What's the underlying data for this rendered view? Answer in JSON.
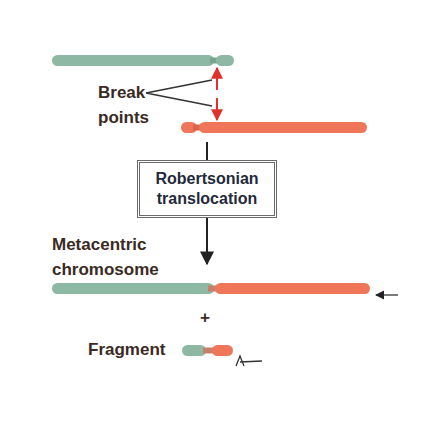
{
  "diagram": {
    "nodes": [
      {
        "text": [
          "Robertsonian translocation"
        ]
      }
    ],
    "labels": [
      "Break points",
      "Metacentric chromosome",
      "+",
      "Fragment"
    ]
  }
}
